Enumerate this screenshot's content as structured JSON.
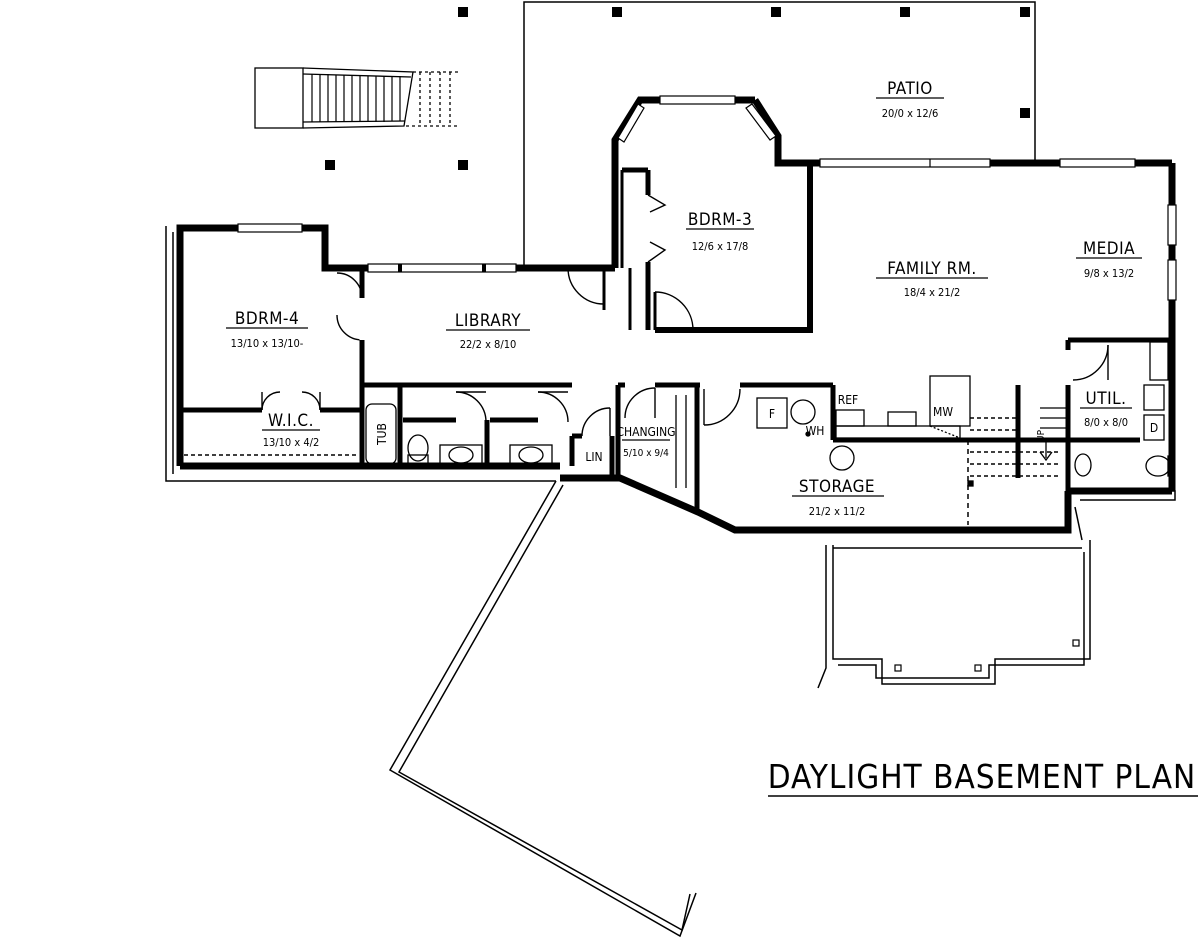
{
  "plan": {
    "title": "DAYLIGHT BASEMENT PLAN",
    "rooms": {
      "patio": {
        "name": "PATIO",
        "size": "20/0 x 12/6"
      },
      "bdrm3": {
        "name": "BDRM-3",
        "size": "12/6 x 17/8"
      },
      "family": {
        "name": "FAMILY RM.",
        "size": "18/4 x 21/2"
      },
      "media": {
        "name": "MEDIA",
        "size": "9/8 x 13/2"
      },
      "bdrm4": {
        "name": "BDRM-4",
        "size": "13/10 x 13/10-"
      },
      "library": {
        "name": "LIBRARY",
        "size": "22/2 x 8/10"
      },
      "wic": {
        "name": "W.I.C.",
        "size": "13/10 x 4/2"
      },
      "changing": {
        "name": "CHANGING",
        "size": "5/10 x 9/4"
      },
      "storage": {
        "name": "STORAGE",
        "size": "21/2 x 11/2"
      },
      "util": {
        "name": "UTIL.",
        "size": "8/0 x 8/0"
      }
    },
    "fixtures": {
      "tub": "TUB",
      "lin": "LIN",
      "ref": "REF",
      "mw": "MW",
      "furnace": "F",
      "water_heater": "WH",
      "up": "UP",
      "dryer": "D"
    }
  }
}
